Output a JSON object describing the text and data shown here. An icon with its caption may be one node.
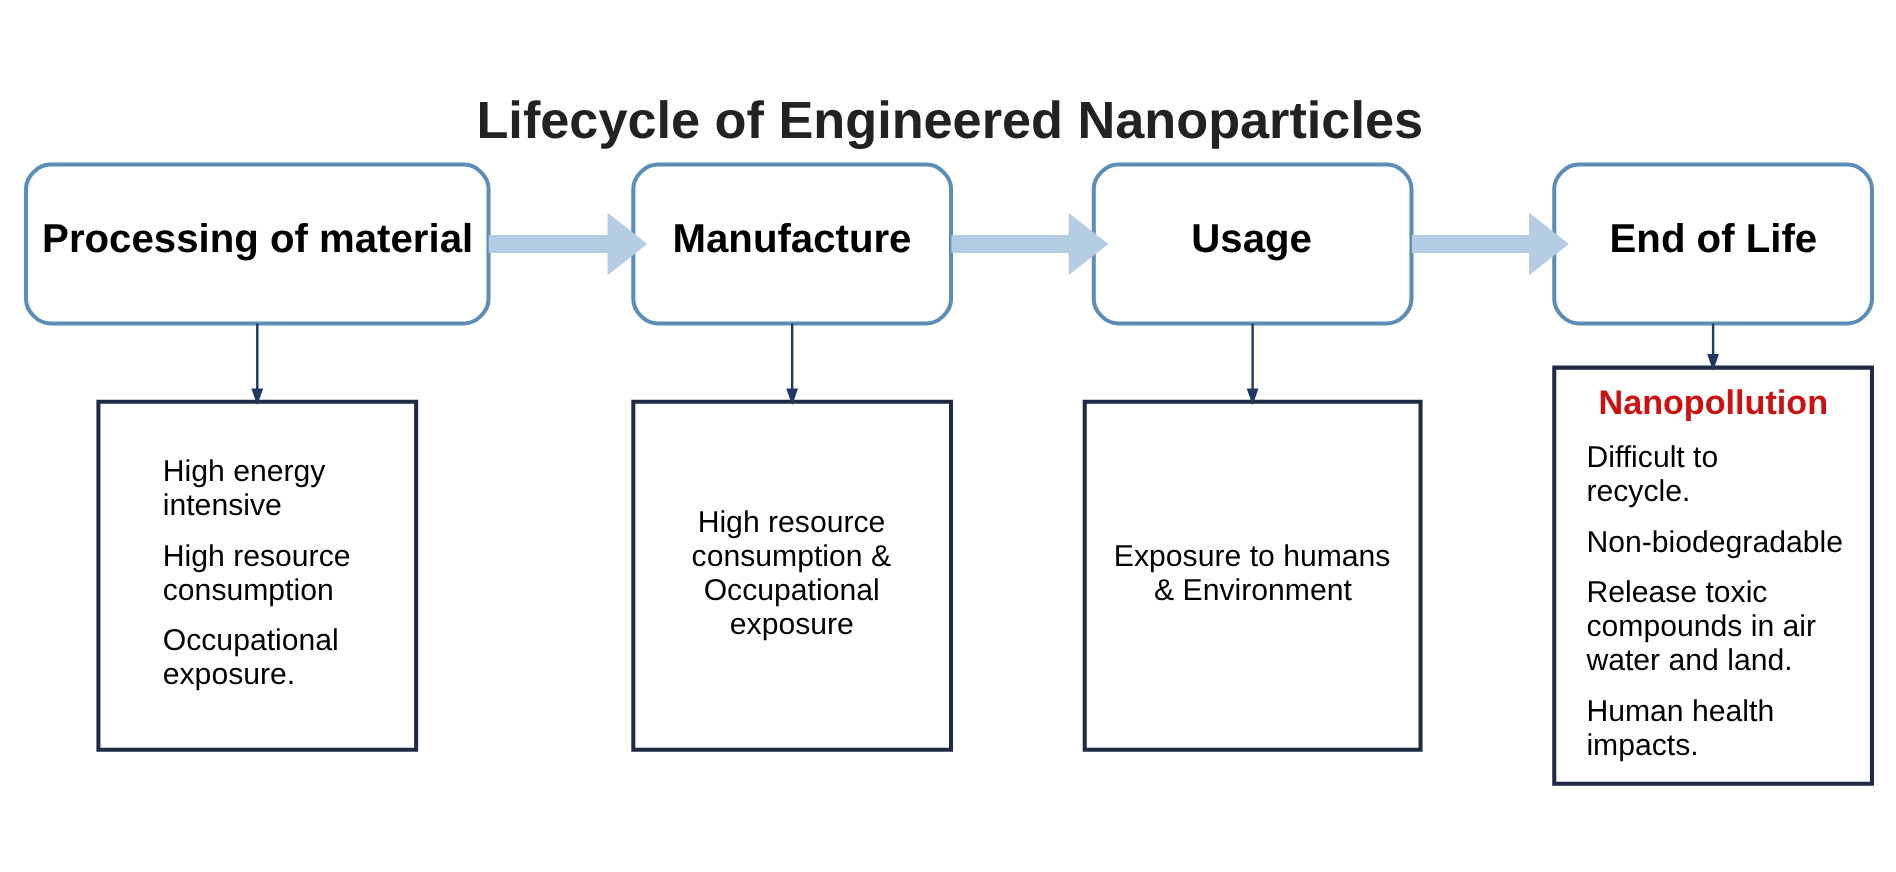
{
  "diagram": {
    "title": "Lifecycle of Engineered Nanoparticles",
    "nodes": [
      {
        "text": [
          "Processing of material"
        ]
      },
      {
        "text": [
          "Manufacture"
        ]
      },
      {
        "text": [
          "Usage"
        ]
      },
      {
        "text": [
          "End of Life"
        ]
      },
      {
        "text": [
          "High energy intensive",
          "High resource consumption",
          "Occupational exposure."
        ]
      },
      {
        "text": [
          "High resource consumption & Occupational exposure"
        ]
      },
      {
        "text": [
          "Exposure to humans & Environment"
        ]
      },
      {
        "text": [
          "Nanopollution",
          "Difficult to recycle.",
          "Non-biodegradable",
          "Release toxic compounds in air water and land.",
          "Human health impacts."
        ]
      }
    ],
    "edges": [
      {
        "from": 0,
        "to": 1,
        "arrow": "to",
        "style": "thick",
        "color": "#b4cde4"
      },
      {
        "from": 1,
        "to": 2,
        "arrow": "to",
        "style": "thick",
        "color": "#b4cde4"
      },
      {
        "from": 2,
        "to": 3,
        "arrow": "to",
        "style": "thick",
        "color": "#b4cde4"
      },
      {
        "from": 0,
        "to": 4,
        "arrow": "to"
      },
      {
        "from": 1,
        "to": 5,
        "arrow": "to"
      },
      {
        "from": 2,
        "to": 6,
        "arrow": "to"
      },
      {
        "from": 3,
        "to": 7,
        "arrow": "to"
      }
    ]
  }
}
